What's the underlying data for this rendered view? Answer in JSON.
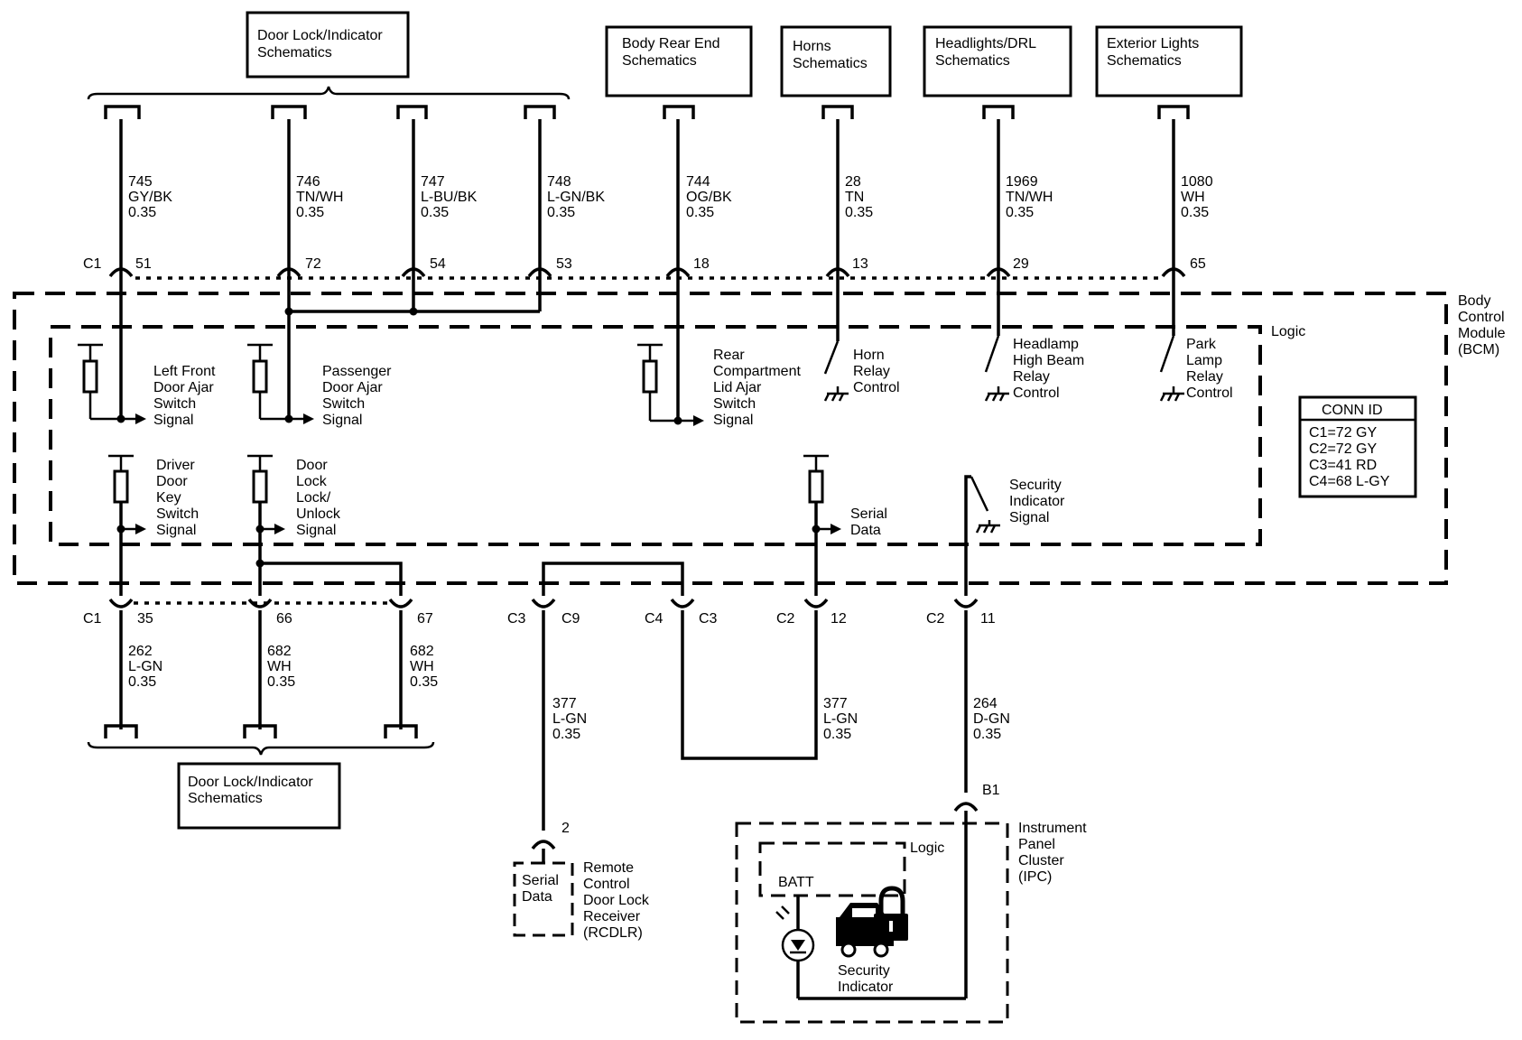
{
  "refs_top": {
    "door_lock_top": [
      "Door Lock/Indicator",
      "Schematics"
    ],
    "body_rear_end": [
      "Body Rear End",
      "Schematics"
    ],
    "horns": [
      "Horns",
      "Schematics"
    ],
    "headlights_drl": [
      "Headlights/DRL",
      "Schematics"
    ],
    "exterior_lights": [
      "Exterior Lights",
      "Schematics"
    ]
  },
  "ref_bottom": [
    "Door Lock/Indicator",
    "Schematics"
  ],
  "top_circuits": [
    {
      "circuit": "745",
      "color": "GY/BK",
      "gauge": "0.35",
      "pin": "51"
    },
    {
      "circuit": "746",
      "color": "TN/WH",
      "gauge": "0.35",
      "pin": "72"
    },
    {
      "circuit": "747",
      "color": "L-BU/BK",
      "gauge": "0.35",
      "pin": "54"
    },
    {
      "circuit": "748",
      "color": "L-GN/BK",
      "gauge": "0.35",
      "pin": "53"
    },
    {
      "circuit": "744",
      "color": "OG/BK",
      "gauge": "0.35",
      "pin": "18"
    },
    {
      "circuit": "28",
      "color": "TN",
      "gauge": "0.35",
      "pin": "13"
    },
    {
      "circuit": "1969",
      "color": "TN/WH",
      "gauge": "0.35",
      "pin": "29"
    },
    {
      "circuit": "1080",
      "color": "WH",
      "gauge": "0.35",
      "pin": "65"
    }
  ],
  "top_connector": "C1",
  "bottom_circuits": [
    {
      "circuit": "262",
      "color": "L-GN",
      "gauge": "0.35",
      "pin": "35"
    },
    {
      "circuit": "682",
      "color": "WH",
      "gauge": "0.35",
      "pin": "66"
    },
    {
      "circuit": "682",
      "color": "WH",
      "gauge": "0.35",
      "pin": "67"
    }
  ],
  "bottom_connectors": {
    "c1": "C1",
    "c3_c9": [
      "C3",
      "C9"
    ],
    "c4_c3": [
      "C4",
      "C3"
    ],
    "c2_12": [
      "C2",
      "12"
    ],
    "c2_11": [
      "C2",
      "11"
    ]
  },
  "serial_wire_left": {
    "circuit": "377",
    "color": "L-GN",
    "gauge": "0.35"
  },
  "serial_wire_right": {
    "circuit": "377",
    "color": "L-GN",
    "gauge": "0.35"
  },
  "security_wire": {
    "circuit": "264",
    "color": "D-GN",
    "gauge": "0.35"
  },
  "bcm": {
    "name": [
      "Body",
      "Control",
      "Module",
      "(BCM)"
    ],
    "logic": "Logic",
    "signals": {
      "lf_door_ajar": [
        "Left Front",
        "Door Ajar",
        "Switch",
        "Signal"
      ],
      "pass_door_ajar": [
        "Passenger",
        "Door Ajar",
        "Switch",
        "Signal"
      ],
      "rear_comp": [
        "Rear",
        "Compartment",
        "Lid Ajar",
        "Switch",
        "Signal"
      ],
      "horn": [
        "Horn",
        "Relay",
        "Control"
      ],
      "headlamp": [
        "Headlamp",
        "High Beam",
        "Relay",
        "Control"
      ],
      "park_lamp": [
        "Park",
        "Lamp",
        "Relay",
        "Control"
      ],
      "driver_key": [
        "Driver",
        "Door",
        "Key",
        "Switch",
        "Signal"
      ],
      "door_lock": [
        "Door",
        "Lock",
        "Lock/",
        "Unlock",
        "Signal"
      ],
      "serial_data": [
        "Serial",
        "Data"
      ],
      "security_ind": [
        "Security",
        "Indicator",
        "Signal"
      ]
    },
    "conn_id": {
      "title": "CONN ID",
      "lines": [
        "C1=72 GY",
        "C2=72 GY",
        "C3=41 RD",
        "C4=68 L-GY"
      ]
    }
  },
  "rcdlr": {
    "pin": "2",
    "inner": [
      "Serial",
      "Data"
    ],
    "name": [
      "Remote",
      "Control",
      "Door Lock",
      "Receiver",
      "(RCDLR)"
    ]
  },
  "ipc": {
    "pin": "B1",
    "logic": "Logic",
    "batt": "BATT",
    "name": [
      "Instrument",
      "Panel",
      "Cluster",
      "(IPC)"
    ],
    "indicator": [
      "Security",
      "Indicator"
    ]
  }
}
